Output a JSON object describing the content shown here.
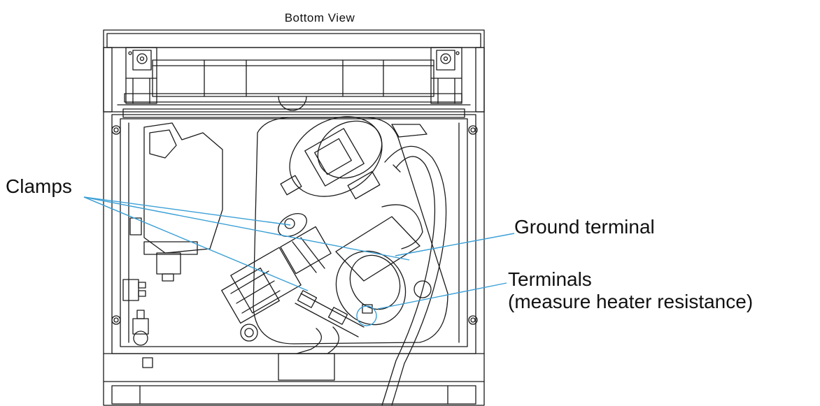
{
  "diagram": {
    "title": "Bottom   View",
    "labels": {
      "clamps": "Clamps",
      "ground_terminal": "Ground terminal",
      "terminals": "Terminals",
      "terminals_note": "(measure heater resistance)"
    },
    "colors": {
      "line_art": "#1a1a1a",
      "leader_line": "#3a9fd6",
      "text": "#111111"
    }
  }
}
